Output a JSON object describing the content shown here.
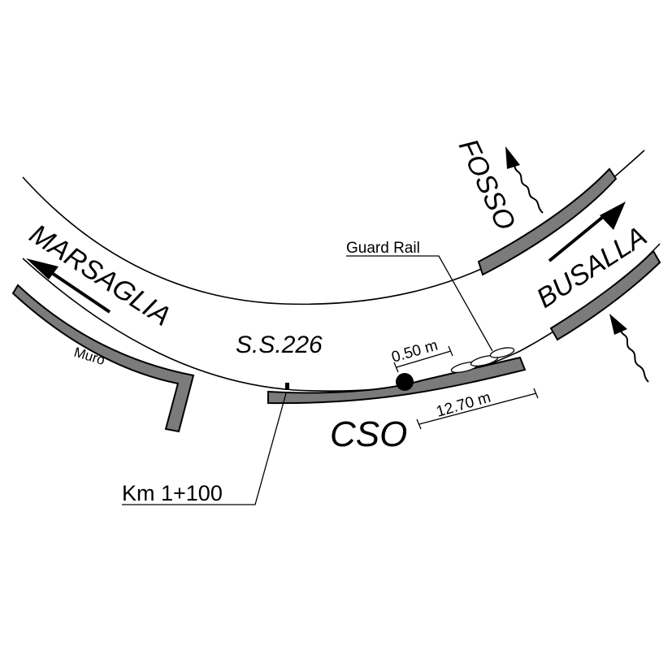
{
  "labels": {
    "fosso": "FOSSO",
    "marsaglia": "MARSAGLIA",
    "busalla": "BUSALLA",
    "road_name": "S.S.226",
    "muro": "Muro",
    "guard_rail": "Guard Rail",
    "dim_small": "0.50 m",
    "dim_large": "12.70 m",
    "cso": "CSO",
    "km": "Km 1+100"
  },
  "colors": {
    "wall_fill": "#7b7b7b",
    "line": "#000000",
    "background": "#ffffff"
  }
}
